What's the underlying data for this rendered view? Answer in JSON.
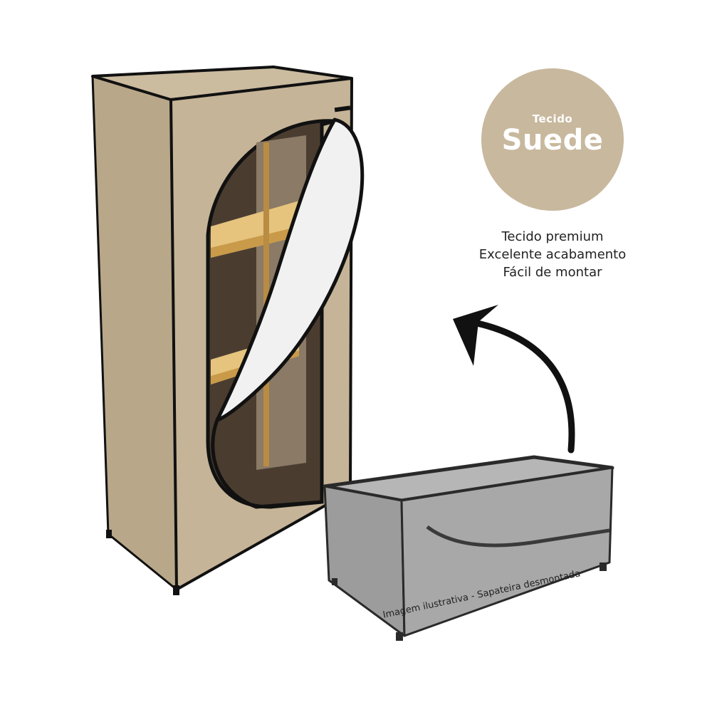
{
  "badge": {
    "line1": "Tecido",
    "line2": "Suede",
    "color": "#c8b89d"
  },
  "features": [
    "Tecido premium",
    "Excelente acabamento",
    "Fácil de montar"
  ],
  "caption": "Imagem ilustrativa - Sapateira desmontada",
  "colors": {
    "fabric": "#c5b497",
    "trim": "#111111",
    "shelf": "#e6c47e",
    "lining": "#f1f1f1",
    "folded_box": "#a8a8a8"
  }
}
